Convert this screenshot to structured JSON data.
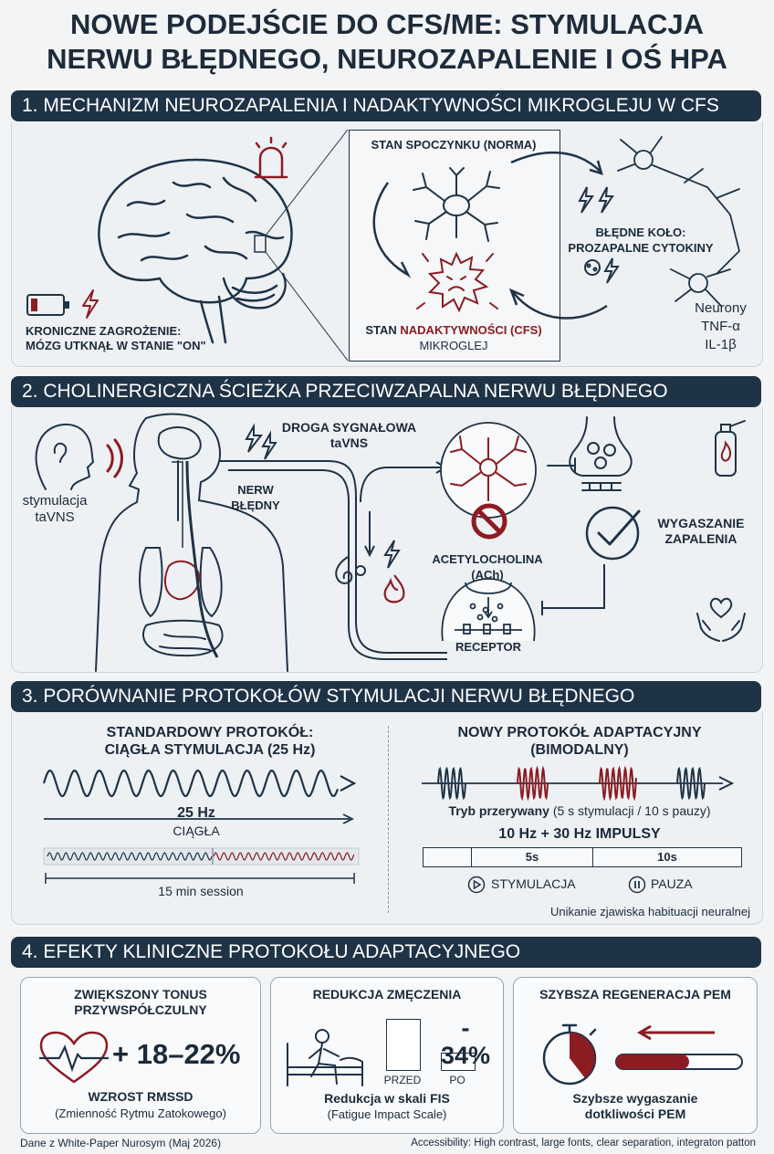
{
  "title": {
    "line1": "NOWE PODEJŚCIE DO CFS/ME: STYMULACJA",
    "line2": "NERWU BŁĘDNEGO, NEUROZAPALENIE I OŚ HPA"
  },
  "section1": {
    "heading": "1. MECHANIZM NEUROZAPALENIA I NADAKTYWNOŚCI MIKROGLEJU W CFS",
    "rest_state": "STAN SPOCZYNKU (NORMA)",
    "vicious_circle_1": "BŁĘDNE KOŁO:",
    "vicious_circle_2": "PROZAPALNE CYTOKINY",
    "chronic_1": "KRONICZNE ZAGROŻENIE:",
    "chronic_2": "MÓZG UTKNĄŁ W STANIE \"ON\"",
    "hyper_pre": "STAN ",
    "hyper_mid": "NADAKTYWNOŚCI (CFS)",
    "microglia": "MIKROGLEJ",
    "neurons": "Neurony",
    "tnf": "TNF-α",
    "il": "IL-1β"
  },
  "section2": {
    "heading": "2. CHOLINERGICZNA ŚCIEŻKA PRZECIWZAPALNA NERWU BŁĘDNEGO",
    "stim_1": "stymulacja",
    "stim_2": "taVNS",
    "signal_1": "DROGA SYGNAŁOWA",
    "signal_2": "taVNS",
    "vagus_1": "NERW",
    "vagus_2": "BŁĘDNY",
    "ach_1": "ACETYLOCHOLINA",
    "ach_2": "(ACh)",
    "receptor": "RECEPTOR",
    "extinction_1": "WYGASZANIE",
    "extinction_2": "ZAPALENIA"
  },
  "section3": {
    "heading": "3. PORÓWNANIE PROTOKOŁÓW STYMULACJI NERWU BŁĘDNEGO",
    "std_1": "STANDARDOWY PROTOKÓŁ:",
    "std_2": "CIĄGŁA STYMULACJA (25 Hz)",
    "hz": "25 Hz",
    "continuous": "CIĄGŁA",
    "session": "15 min session",
    "new_1": "NOWY PROTOKÓŁ ADAPTACYJNY",
    "new_2": "(BIMODALNY)",
    "mode_bold": "Tryb przerywany",
    "mode_rest": " (5 s stymulacji / 10 s pauzy)",
    "impulses": "10 Hz + 30 Hz IMPULSY",
    "t5": "5s",
    "t10": "10s",
    "stim_legend": "STYMULACJA",
    "pause_legend": "PAUZA",
    "habituation": "Unikanie zjawiska habituacji neuralnej"
  },
  "section4": {
    "heading": "4. EFEKTY KLINICZNE PROTOKOŁU ADAPTACYJNEGO",
    "card1": {
      "title_1": "ZWIĘKSZONY TONUS",
      "title_2": "PRZYWSPÓŁCZULNY",
      "value": "+ 18–22%",
      "bottom_1": "WZROST RMSSD",
      "bottom_2": "(Zmienność Rytmu Zatokowego)"
    },
    "card2": {
      "title": "REDUKCJA ZMĘCZENIA",
      "value": "- 34%",
      "before": "PRZED",
      "after": "PO",
      "bottom_1": "Redukcja w skali FIS",
      "bottom_2": "(Fatigue Impact Scale)"
    },
    "card3": {
      "title": "SZYBSZA REGENERACJA PEM",
      "bottom_1": "Szybsze wygaszanie",
      "bottom_2": "dotkliwości PEM"
    }
  },
  "footer": {
    "source": "Dane z White-Paper Nurosym (Maj 2026)",
    "accessibility": "Accessibility: High contrast, large fonts, clear separation, integraton patton"
  },
  "colors": {
    "navy": "#1f3347",
    "dark_red": "#8c1c22",
    "wave_blue": "#2c3f54"
  }
}
